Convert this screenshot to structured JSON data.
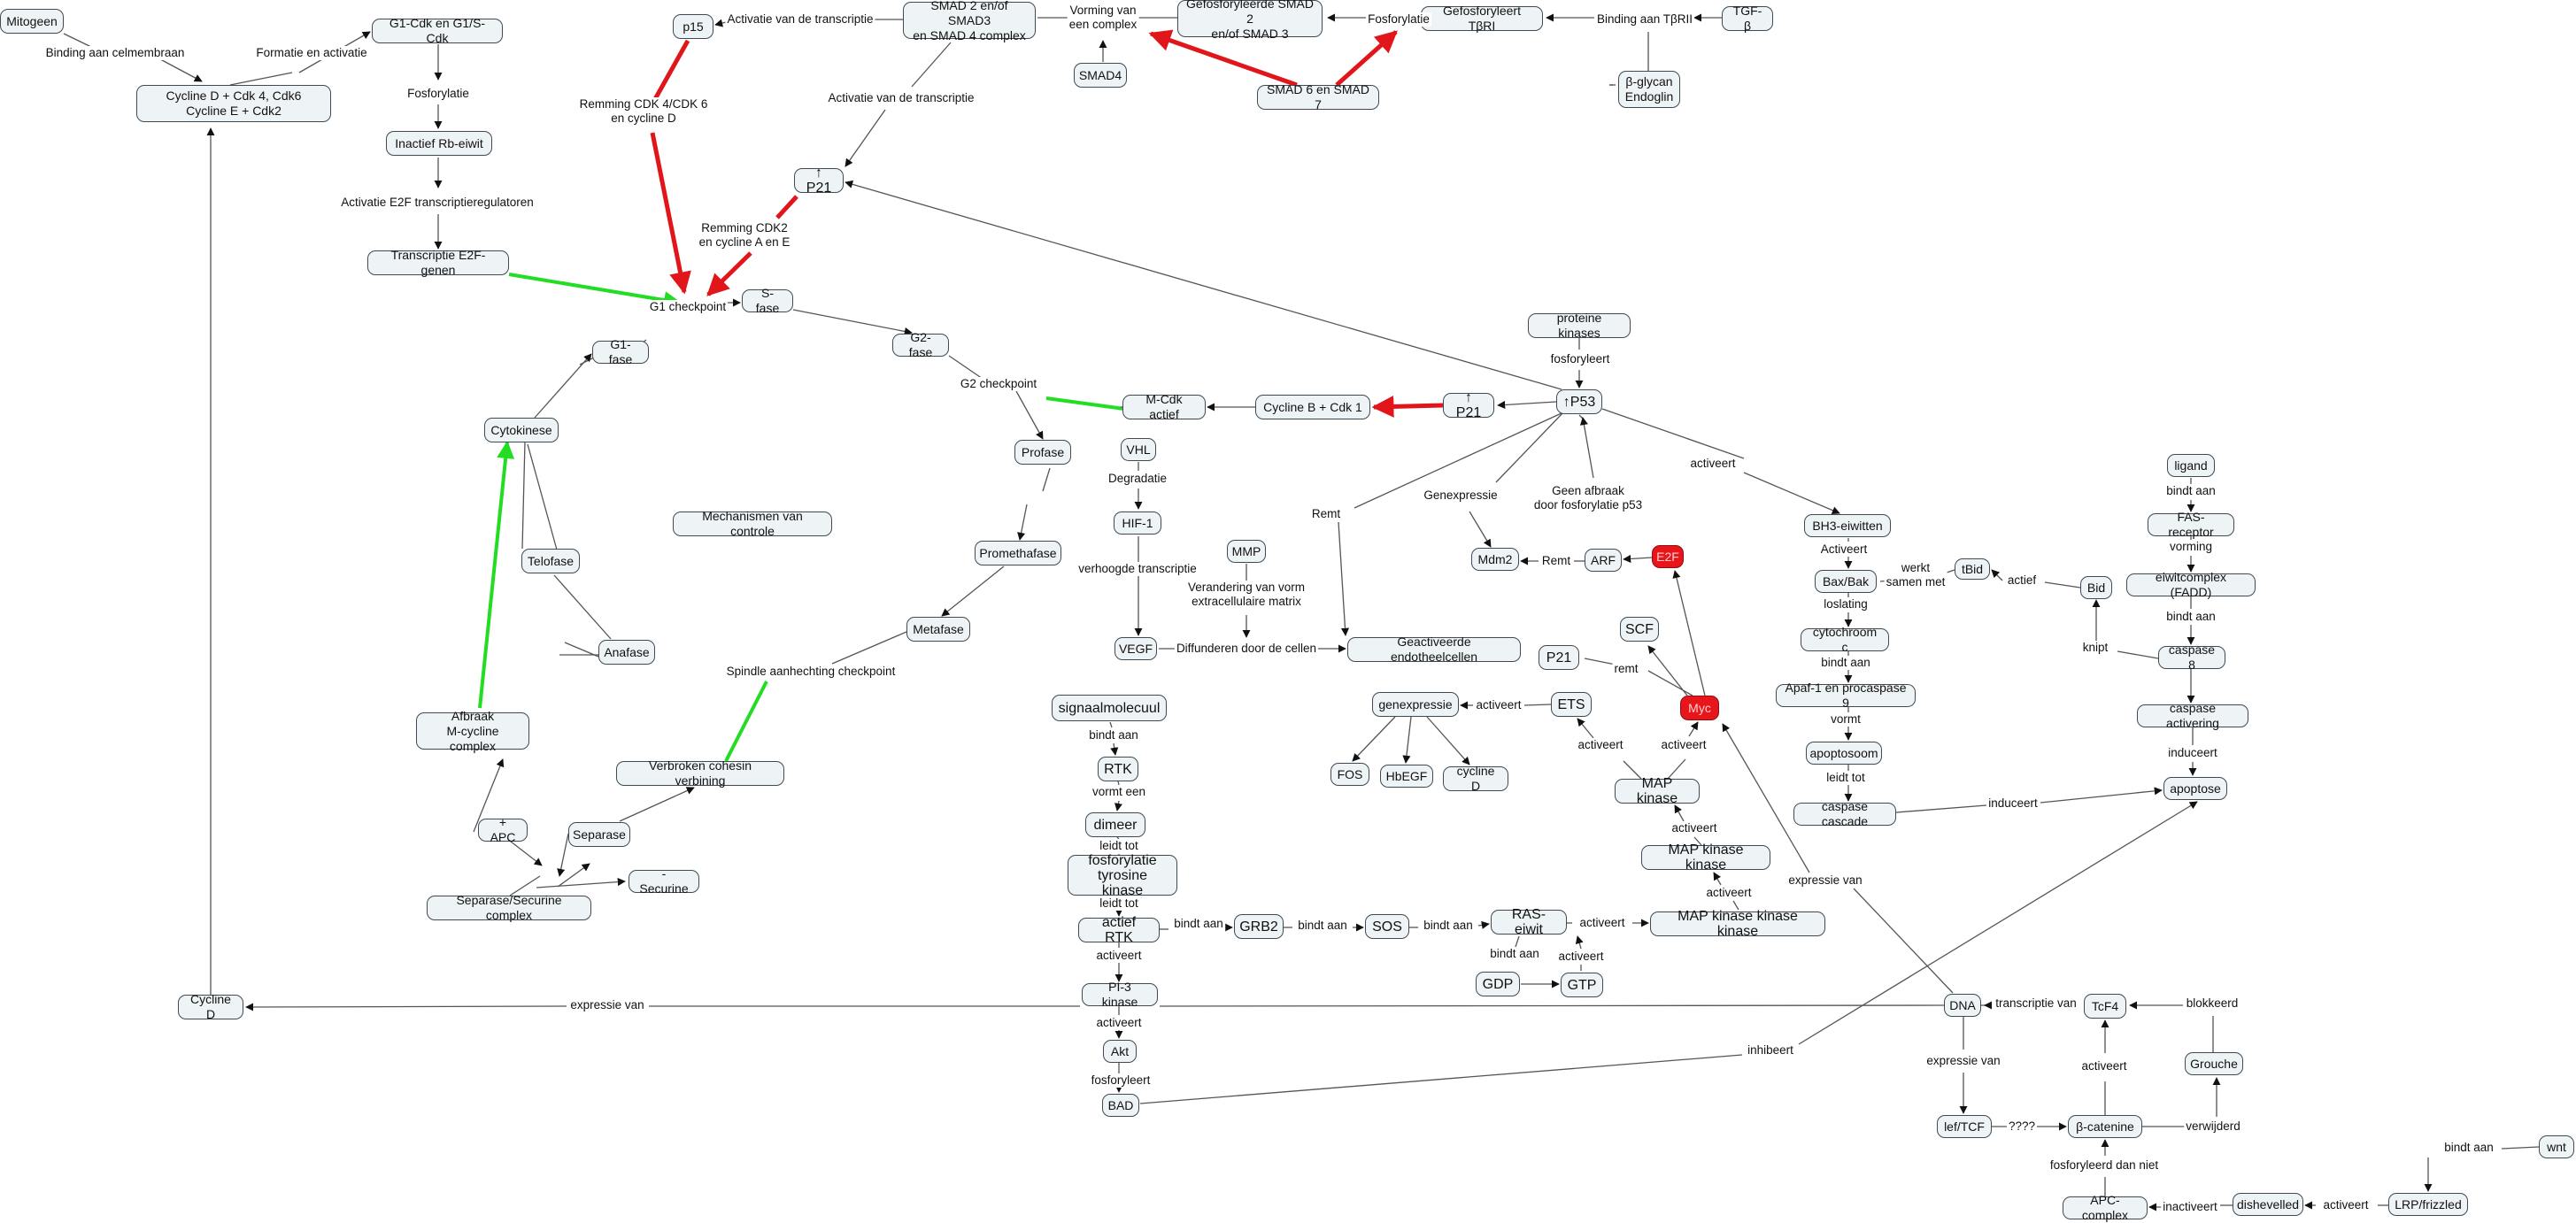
{
  "colors": {
    "line": "#555555",
    "red": "#e0161b",
    "green": "#22dd22",
    "node_bg": "#eef3f6",
    "node_border": "#3f4a55"
  },
  "nodes": [
    {
      "id": "mitogeen",
      "text": "Mitogeen"
    },
    {
      "id": "cyclineD_cdk",
      "text": "Cycline D + Cdk 4, Cdk6\nCycline E + Cdk2"
    },
    {
      "id": "g1cdk",
      "text": "G1-Cdk en G1/S-Cdk"
    },
    {
      "id": "rb",
      "text": "Inactief Rb-eiwit"
    },
    {
      "id": "e2f_genen",
      "text": "Transcriptie E2F-genen"
    },
    {
      "id": "p15",
      "text": "p15"
    },
    {
      "id": "smad23",
      "text": "SMAD 2 en/of SMAD3\nen SMAD 4 complex"
    },
    {
      "id": "smad4",
      "text": "SMAD4"
    },
    {
      "id": "gefos_smad",
      "text": "Gefosforyleerde SMAD 2\nen/of SMAD 3"
    },
    {
      "id": "smad67",
      "text": "SMAD 6 en SMAD 7"
    },
    {
      "id": "gefos_tbri",
      "text": "Gefosforyleert TβRI"
    },
    {
      "id": "tgfb",
      "text": "TGF-β"
    },
    {
      "id": "bglycan",
      "text": "β-glycan\nEndoglin"
    },
    {
      "id": "p21_top",
      "text": "↑ P21"
    },
    {
      "id": "sfase",
      "text": "S-fase"
    },
    {
      "id": "g1fase",
      "text": "G1-fase"
    },
    {
      "id": "g2fase",
      "text": "G2-fase"
    },
    {
      "id": "mcdk",
      "text": "M-Cdk actief"
    },
    {
      "id": "cyclineB",
      "text": "Cycline B + Cdk 1"
    },
    {
      "id": "p21_mid",
      "text": "↑ P21"
    },
    {
      "id": "p53",
      "text": "↑P53"
    },
    {
      "id": "proteinekin",
      "text": "proteine kinases"
    },
    {
      "id": "cytokinese",
      "text": "Cytokinese"
    },
    {
      "id": "profase",
      "text": "Profase"
    },
    {
      "id": "vhl",
      "text": "VHL"
    },
    {
      "id": "hif1",
      "text": "HIF-1"
    },
    {
      "id": "mmp",
      "text": "MMP"
    },
    {
      "id": "mechanismen",
      "text": "Mechanismen van controle"
    },
    {
      "id": "promethafase",
      "text": "Promethafase"
    },
    {
      "id": "telofase",
      "text": "Telofase"
    },
    {
      "id": "metafase",
      "text": "Metafase"
    },
    {
      "id": "anafase",
      "text": "Anafase"
    },
    {
      "id": "vegf",
      "text": "VEGF"
    },
    {
      "id": "endothel",
      "text": "Geactiveerde endotheelcellen"
    },
    {
      "id": "mdm2",
      "text": "Mdm2"
    },
    {
      "id": "arf",
      "text": "ARF"
    },
    {
      "id": "e2f_red",
      "text": "E2F",
      "red": true
    },
    {
      "id": "bh3",
      "text": "BH3-eiwitten"
    },
    {
      "id": "baxbak",
      "text": "Bax/Bak"
    },
    {
      "id": "tbid",
      "text": "tBid"
    },
    {
      "id": "bid",
      "text": "Bid"
    },
    {
      "id": "ligand",
      "text": "ligand"
    },
    {
      "id": "fasrec",
      "text": "FAS-receptor"
    },
    {
      "id": "fadd",
      "text": "eiwitcomplex (FADD)"
    },
    {
      "id": "casp8",
      "text": "caspase 8"
    },
    {
      "id": "cytc",
      "text": "cytochroom c"
    },
    {
      "id": "apaf",
      "text": "Apaf-1 en procaspase 9"
    },
    {
      "id": "caspact",
      "text": "caspase activering"
    },
    {
      "id": "apoptosoom",
      "text": "apoptosoom"
    },
    {
      "id": "caspcasc",
      "text": "caspase cascade"
    },
    {
      "id": "apoptose",
      "text": "apoptose"
    },
    {
      "id": "scf",
      "text": "SCF",
      "big": true
    },
    {
      "id": "p21_low",
      "text": "P21",
      "big": true
    },
    {
      "id": "myc",
      "text": "Myc",
      "red": true
    },
    {
      "id": "ets",
      "text": "ETS",
      "big": true
    },
    {
      "id": "genexp",
      "text": "genexpressie"
    },
    {
      "id": "fos",
      "text": "FOS"
    },
    {
      "id": "hbegf",
      "text": "HbEGF"
    },
    {
      "id": "cyclineD_small",
      "text": "cycline D"
    },
    {
      "id": "mapk",
      "text": "MAP kinase",
      "big": true
    },
    {
      "id": "mapkk",
      "text": "MAP kinase kinase",
      "big": true
    },
    {
      "id": "mapkkk",
      "text": "MAP kinase kinase kinase",
      "big": true
    },
    {
      "id": "signaal",
      "text": "signaalmolecuul",
      "big": true
    },
    {
      "id": "rtk",
      "text": "RTK",
      "big": true
    },
    {
      "id": "dimeer",
      "text": "dimeer",
      "big": true
    },
    {
      "id": "fosforylatie_rtk",
      "text": "fosforylatie\ntyrosine kinase",
      "big": true
    },
    {
      "id": "actiefrtk",
      "text": "actief RTK",
      "big": true
    },
    {
      "id": "grb2",
      "text": "GRB2",
      "big": true
    },
    {
      "id": "sos",
      "text": "SOS",
      "big": true
    },
    {
      "id": "ras",
      "text": "RAS-eiwit",
      "big": true
    },
    {
      "id": "gdp",
      "text": "GDP",
      "big": true
    },
    {
      "id": "gtp",
      "text": "GTP",
      "big": true
    },
    {
      "id": "pi3k",
      "text": "PI-3 kinase"
    },
    {
      "id": "akt",
      "text": "Akt"
    },
    {
      "id": "bad",
      "text": "BAD"
    },
    {
      "id": "afbraak",
      "text": "Afbraak\nM-cycline complex"
    },
    {
      "id": "verbroken",
      "text": "Verbroken cohesin verbining"
    },
    {
      "id": "apc_plus",
      "text": "+ APC"
    },
    {
      "id": "separase",
      "text": "Separase"
    },
    {
      "id": "securine",
      "text": "- Securine"
    },
    {
      "id": "sepsec",
      "text": "Separase/Securine complex"
    },
    {
      "id": "cyclineD_bot",
      "text": "Cycline D"
    },
    {
      "id": "dna",
      "text": "DNA"
    },
    {
      "id": "tcf4",
      "text": "TcF4"
    },
    {
      "id": "grouche",
      "text": "Grouche"
    },
    {
      "id": "leftcf",
      "text": "lef/TCF"
    },
    {
      "id": "bcatenine",
      "text": "β-catenine"
    },
    {
      "id": "apccomplex",
      "text": "APC-complex"
    },
    {
      "id": "dishevelled",
      "text": "dishevelled"
    },
    {
      "id": "lrp",
      "text": "LRP/frizzled"
    },
    {
      "id": "wnt",
      "text": "wnt"
    }
  ],
  "labels": [
    {
      "id": "l_binding_cel",
      "text": "Binding aan celmembraan"
    },
    {
      "id": "l_formatie",
      "text": "Formatie en activatie"
    },
    {
      "id": "l_fosfo1",
      "text": "Fosforylatie"
    },
    {
      "id": "l_e2f",
      "text": "Activatie E2F transcriptieregulatoren"
    },
    {
      "id": "l_act_trans1",
      "text": "Activatie van de transcriptie"
    },
    {
      "id": "l_vorming",
      "text": "Vorming van\neen complex"
    },
    {
      "id": "l_fosfo2",
      "text": "Fosforylatie"
    },
    {
      "id": "l_binding_tbrii",
      "text": "Binding aan TβRII"
    },
    {
      "id": "l_remming_cdk4",
      "text": "Remming CDK 4/CDK 6\nen cycline D"
    },
    {
      "id": "l_act_trans2",
      "text": "Activatie van de transcriptie"
    },
    {
      "id": "l_remming_cdk2",
      "text": "Remming CDK2\nen cycline A en E"
    },
    {
      "id": "l_g1check",
      "text": "G1 checkpoint"
    },
    {
      "id": "l_g2check",
      "text": "G2 checkpoint"
    },
    {
      "id": "l_fosforyleert",
      "text": "fosforyleert"
    },
    {
      "id": "l_degradatie",
      "text": "Degradatie"
    },
    {
      "id": "l_verhoogde",
      "text": "verhoogde transcriptie"
    },
    {
      "id": "l_verandering",
      "text": "Verandering van vorm\nextracellulaire matrix"
    },
    {
      "id": "l_diffunderen",
      "text": "Diffunderen door de cellen"
    },
    {
      "id": "l_remt1",
      "text": "Remt"
    },
    {
      "id": "l_genexpressie",
      "text": "Genexpressie"
    },
    {
      "id": "l_geenafbraak",
      "text": "Geen afbraak\ndoor fosforylatie p53"
    },
    {
      "id": "l_activeert_p53",
      "text": "activeert"
    },
    {
      "id": "l_remt2",
      "text": "Remt"
    },
    {
      "id": "l_spindle",
      "text": "Spindle aanhechting checkpoint"
    },
    {
      "id": "l_activeert_bh3",
      "text": "Activeert"
    },
    {
      "id": "l_werkt",
      "text": "werkt\nsamen met"
    },
    {
      "id": "l_actief",
      "text": "actief"
    },
    {
      "id": "l_bindt_fas",
      "text": "bindt aan"
    },
    {
      "id": "l_vorming2",
      "text": "vorming"
    },
    {
      "id": "l_bindt_fadd",
      "text": "bindt aan"
    },
    {
      "id": "l_knipt",
      "text": "knipt"
    },
    {
      "id": "l_loslating",
      "text": "loslating"
    },
    {
      "id": "l_bindt_cyt",
      "text": "bindt aan"
    },
    {
      "id": "l_vormt",
      "text": "vormt"
    },
    {
      "id": "l_leidt",
      "text": "leidt tot"
    },
    {
      "id": "l_induceert1",
      "text": "induceert"
    },
    {
      "id": "l_induceert2",
      "text": "induceert"
    },
    {
      "id": "l_remt3",
      "text": "remt"
    },
    {
      "id": "l_activeert_ets",
      "text": "activeert"
    },
    {
      "id": "l_activeert_myc",
      "text": "activeert"
    },
    {
      "id": "l_activeert_genexp",
      "text": "activeert"
    },
    {
      "id": "l_activeert_mapkk",
      "text": "activeert"
    },
    {
      "id": "l_activeert_mapkkk",
      "text": "activeert"
    },
    {
      "id": "l_expressie_van1",
      "text": "expressie van"
    },
    {
      "id": "l_bindt_rtk",
      "text": "bindt aan"
    },
    {
      "id": "l_vormt_een",
      "text": "vormt een"
    },
    {
      "id": "l_leidt_tot1",
      "text": "leidt tot"
    },
    {
      "id": "l_leidt_tot2",
      "text": "leidt tot"
    },
    {
      "id": "l_bindt_grb",
      "text": "bindt aan"
    },
    {
      "id": "l_bindt_sos",
      "text": "bindt aan"
    },
    {
      "id": "l_bindt_ras",
      "text": "bindt aan"
    },
    {
      "id": "l_activeert_ras",
      "text": "activeert"
    },
    {
      "id": "l_bindt_gdp",
      "text": "bindt aan"
    },
    {
      "id": "l_activeert_gtp",
      "text": "activeert"
    },
    {
      "id": "l_activeert_pi3",
      "text": "activeert"
    },
    {
      "id": "l_activeert_akt",
      "text": "activeert"
    },
    {
      "id": "l_fosforyleert2",
      "text": "fosforyleert"
    },
    {
      "id": "l_expressie_van2",
      "text": "expressie van"
    },
    {
      "id": "l_inhibeert",
      "text": "inhibeert"
    },
    {
      "id": "l_transcriptie_van",
      "text": "transcriptie van"
    },
    {
      "id": "l_blokkeerd",
      "text": "blokkeerd"
    },
    {
      "id": "l_expressie_van3",
      "text": "expressie van"
    },
    {
      "id": "l_activeert_tcf",
      "text": "activeert"
    },
    {
      "id": "l_verwijderd",
      "text": "verwijderd"
    },
    {
      "id": "l_qqqq",
      "text": "????"
    },
    {
      "id": "l_fosfo_niet",
      "text": "fosforyleerd dan niet"
    },
    {
      "id": "l_inactiveert",
      "text": "inactiveert"
    },
    {
      "id": "l_activeert_dish",
      "text": "activeert"
    },
    {
      "id": "l_bindt_wnt",
      "text": "bindt aan"
    }
  ]
}
